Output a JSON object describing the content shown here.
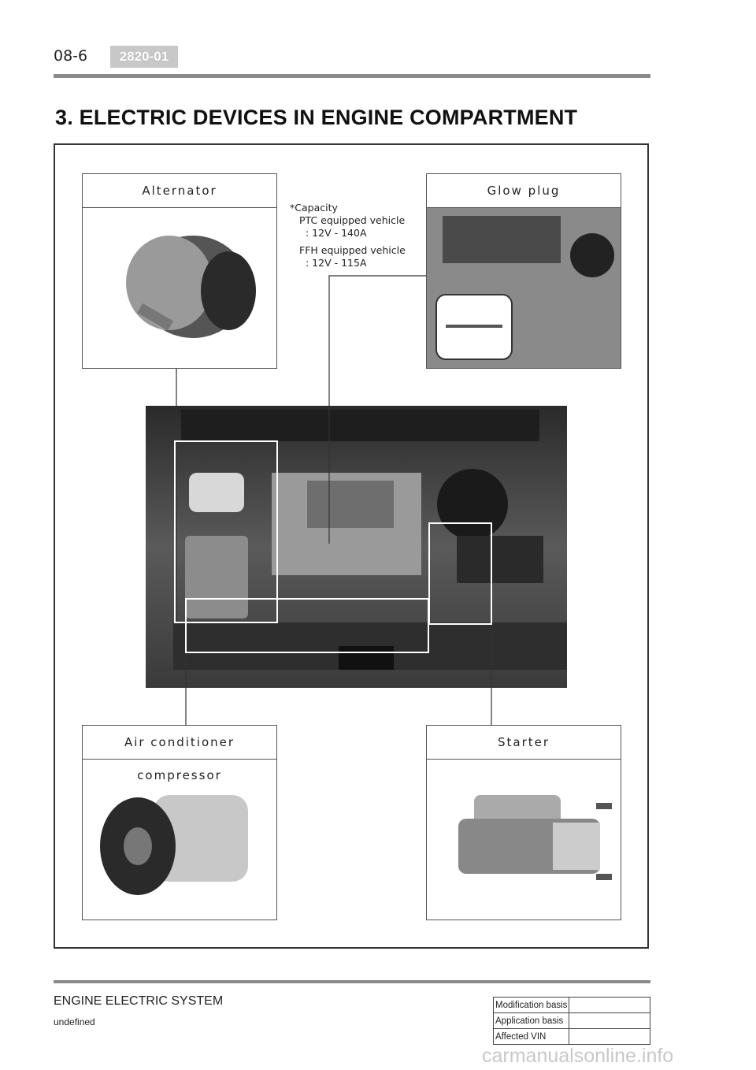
{
  "header": {
    "page_number": "08-6",
    "code": "2820-01"
  },
  "section_title": "3. ELECTRIC DEVICES IN ENGINE COMPARTMENT",
  "boxes": {
    "alternator": "Alternator",
    "glow_plug": "Glow plug",
    "ac_compressor": "Air conditioner compressor",
    "starter": "Starter"
  },
  "capacity_note": {
    "title": "Capacity",
    "ptc": "PTC equipped vehicle",
    "ptc_value": ": 12V - 140A",
    "ffh": "FFH equipped vehicle",
    "ffh_value": ": 12V - 115A"
  },
  "footer": {
    "title": "ENGINE ELECTRIC SYSTEM",
    "subtitle": "undefined",
    "table": [
      {
        "label": "Modification basis",
        "value": ""
      },
      {
        "label": "Application basis",
        "value": ""
      },
      {
        "label": "Affected VIN",
        "value": ""
      }
    ]
  },
  "watermark": "carmanualsonline.info"
}
